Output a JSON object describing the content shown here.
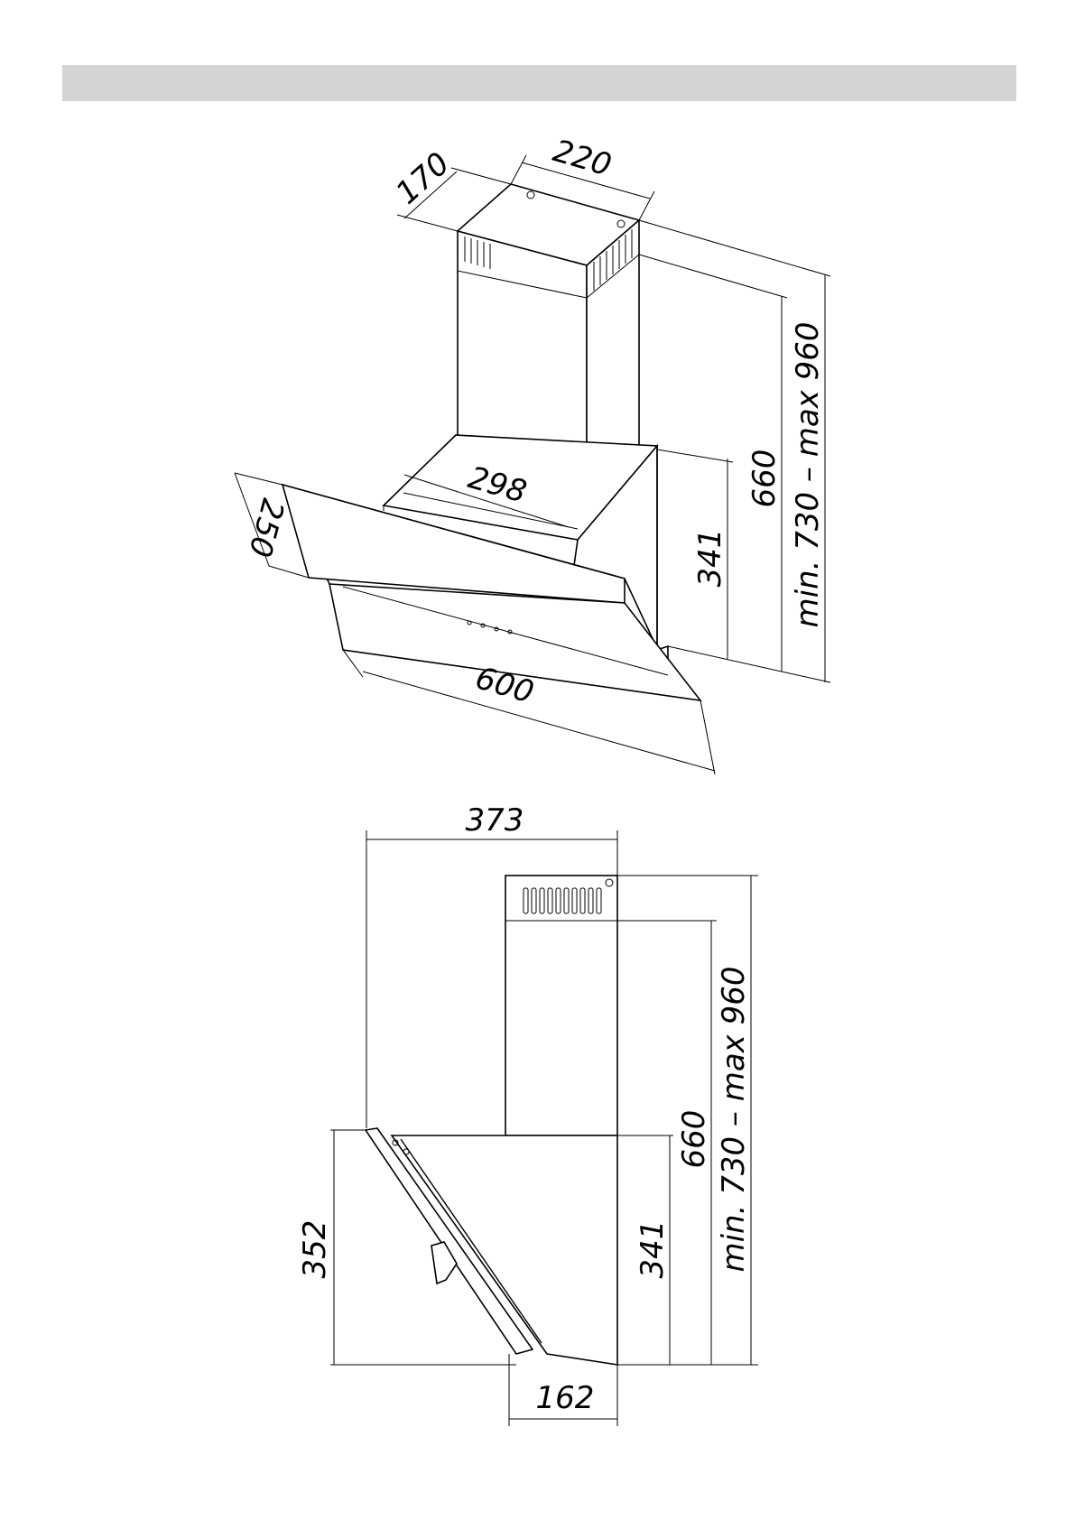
{
  "iso_view": {
    "dim_width_chimney": "220",
    "dim_depth_chimney": "170",
    "dim_bracket": "298",
    "dim_glass_depth": "250",
    "dim_width": "600",
    "dim_lower": "341",
    "dim_chimney": "660",
    "dim_total": "min. 730 – max 960"
  },
  "side_view": {
    "dim_depth": "373",
    "dim_glass_height": "352",
    "dim_bottom": "162",
    "dim_lower": "341",
    "dim_chimney": "660",
    "dim_total": "min. 730 – max 960"
  }
}
